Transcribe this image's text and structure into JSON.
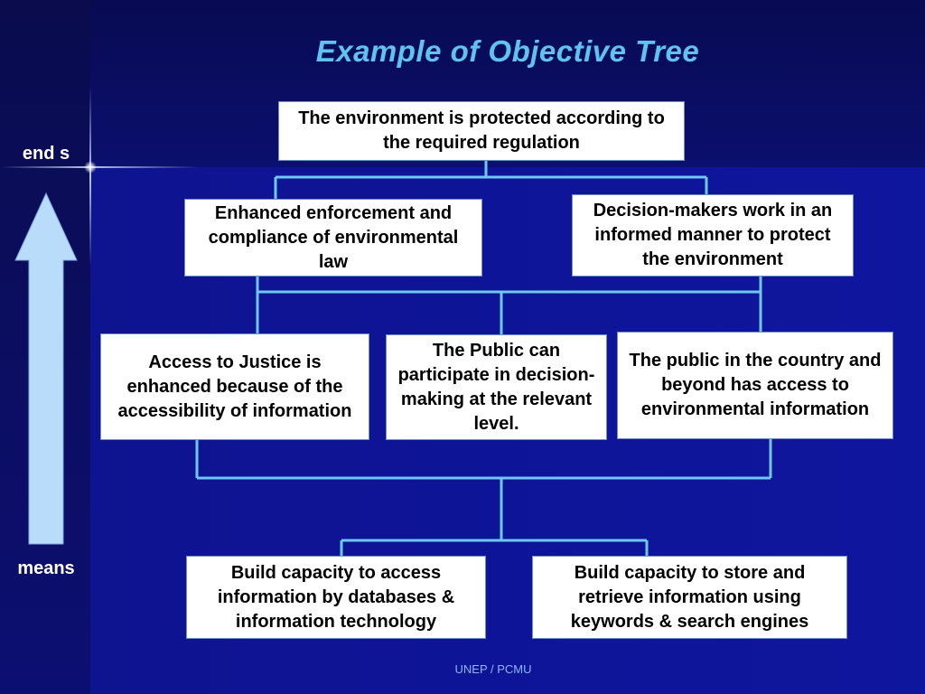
{
  "title": "Example of Objective Tree",
  "side_labels": {
    "top": "end s",
    "bottom": "means"
  },
  "nodes": {
    "top": "The environment is protected according to the required regulation",
    "level2_left": "Enhanced enforcement and compliance of environmental law",
    "level2_right": "Decision-makers work in an informed manner to protect the environment",
    "level3_left": "Access to Justice is enhanced because of the accessibility of information",
    "level3_middle": "The Public can participate in decision-making at the relevant level.",
    "level3_right": "The public in the country and beyond has access to environmental information",
    "level4_left": "Build capacity to access information by databases & information technology",
    "level4_right": "Build capacity to store and retrieve information using keywords & search engines"
  },
  "footer": "UNEP / PCMU",
  "colors": {
    "background": "#0c0f86",
    "title": "#5fc3f0",
    "connector": "#6ec8f2",
    "arrow_fill": "#b9dcfb",
    "box_fill": "#ffffff"
  }
}
